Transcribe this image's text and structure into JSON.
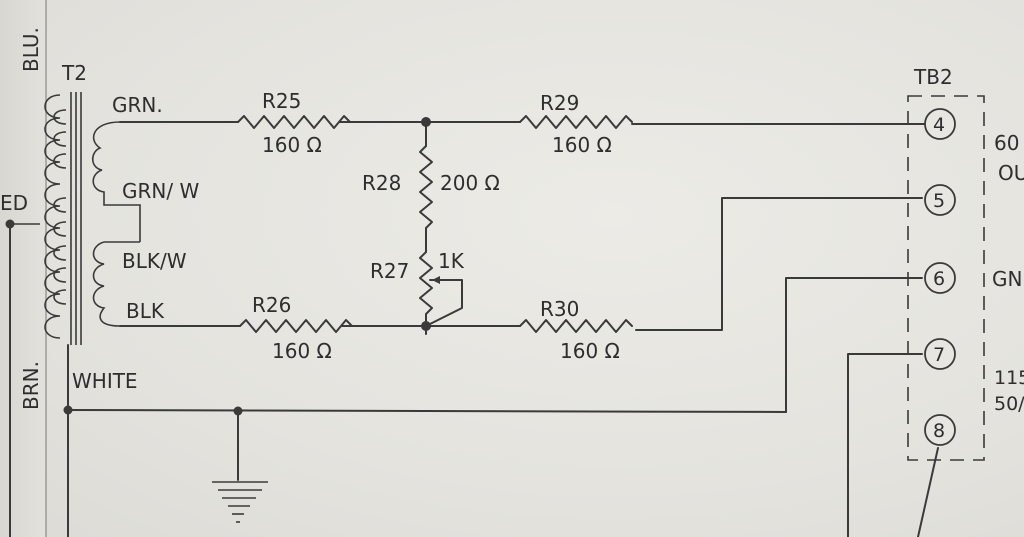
{
  "transformer": {
    "name": "T2",
    "leads": {
      "blue": "BLU.",
      "red_partial": "ED",
      "brown": "BRN.",
      "white": "WHITE",
      "green": "GRN.",
      "green_white": "GRN/ W",
      "black_white": "BLK/W",
      "black": "BLK"
    }
  },
  "resistors": {
    "r25": {
      "name": "R25",
      "value": "160 Ω"
    },
    "r26": {
      "name": "R26",
      "value": "160 Ω"
    },
    "r27": {
      "name": "R27",
      "value": "1K"
    },
    "r28": {
      "name": "R28",
      "value": "200 Ω"
    },
    "r29": {
      "name": "R29",
      "value": "160 Ω"
    },
    "r30": {
      "name": "R30",
      "value": "160 Ω"
    }
  },
  "terminal_block": {
    "name": "TB2",
    "terminals": [
      "4",
      "5",
      "6",
      "7",
      "8"
    ],
    "side_labels": {
      "t4_a": "60",
      "t4_b": "OU",
      "t6": "GN",
      "t7_a": "115",
      "t7_b": "50/"
    }
  }
}
